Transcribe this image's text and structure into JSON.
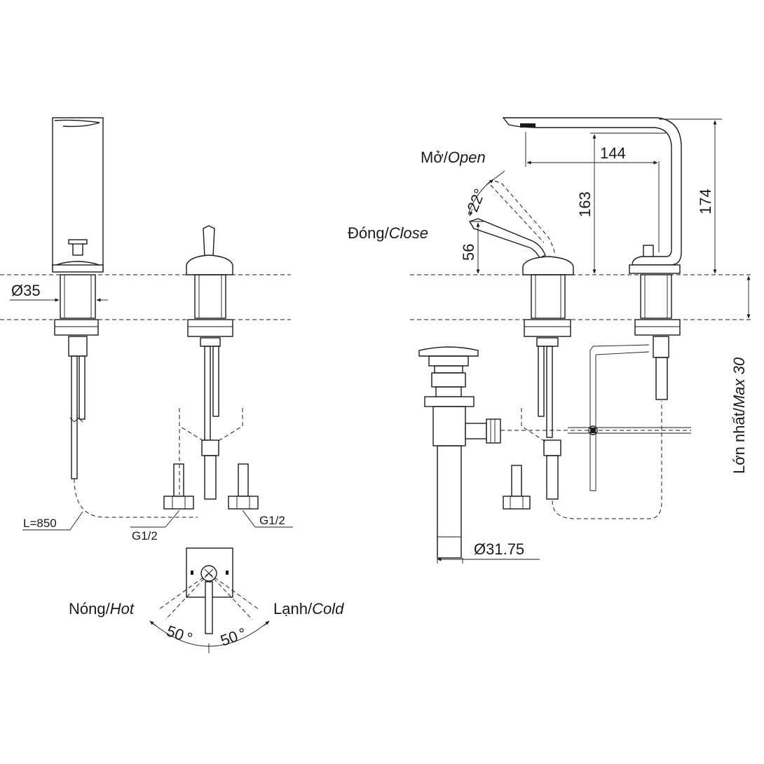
{
  "front_view": {
    "diameter_label": "Ø35",
    "hose_length_label": "L=850",
    "connector_left_label": "G1/2",
    "connector_right_label": "G1/2"
  },
  "handle_rotation": {
    "hot_label_vi": "Nóng/",
    "hot_label_en": "Hot",
    "cold_label_vi": "Lạnh/",
    "cold_label_en": "Cold",
    "angle_left_label": "50",
    "angle_right_label": "50",
    "degree_symbol": "°"
  },
  "side_view": {
    "open_label_vi": "Mở/",
    "open_label_en": "Open",
    "close_label_vi": "Đóng/",
    "close_label_en": "Close",
    "lever_angle_label": "22°",
    "lever_height_label": "56",
    "spout_reach_label": "144",
    "spout_height_label": "163",
    "total_height_label": "174",
    "deck_thickness_label_vi": "Lớn nhất/",
    "deck_thickness_label_en": "Max 30",
    "drain_diameter_label": "Ø31.75"
  }
}
